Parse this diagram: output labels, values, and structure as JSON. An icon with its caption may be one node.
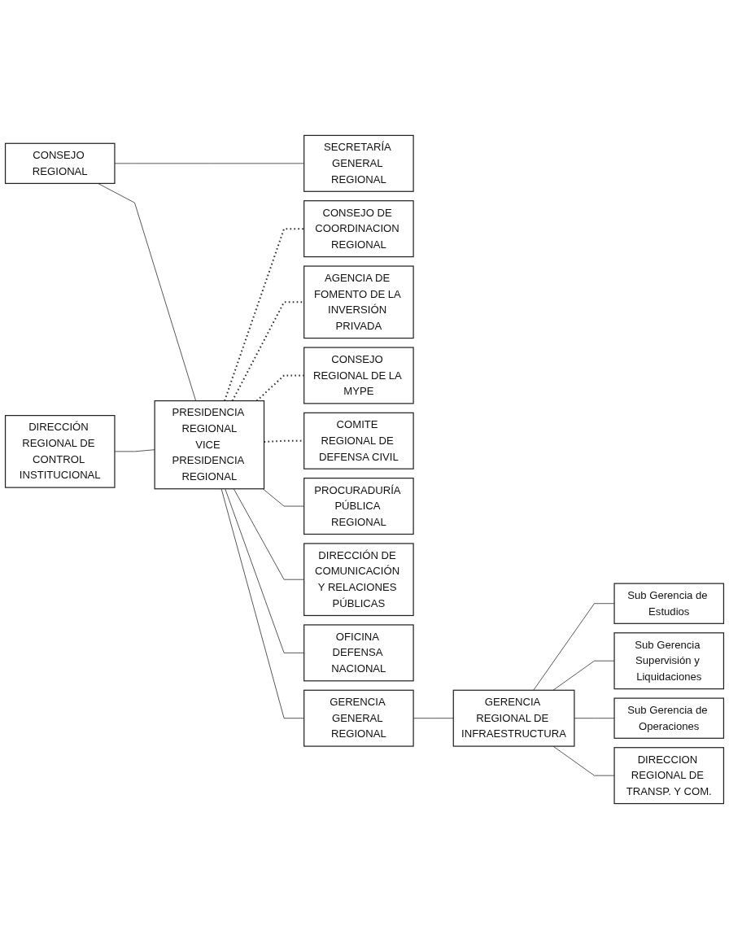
{
  "diagram": {
    "nodes": [
      {
        "text": [
          "CONSEJO REGIONAL"
        ]
      },
      {
        "text": [
          "CONSEJO DE COORDINACION REGIONAL"
        ]
      },
      {
        "text": [
          "SECRETARÍA GENERAL REGIONAL"
        ]
      },
      {
        "text": [
          "AGENCIA DE FOMENTO DE LA INVERSIÓN PRIVADA"
        ]
      },
      {
        "text": [
          "DIRECCIÓN REGIONAL DE CONTROL INSTITUCIONAL"
        ]
      },
      {
        "text": [
          "PRESIDENCIA REGIONAL",
          "VICE PRESIDENCIA REGIONAL"
        ]
      },
      {
        "text": [
          "CONSEJO REGIONAL DE LA MYPE"
        ]
      },
      {
        "text": [
          "PROCURADURÍA PÚBLICA REGIONAL"
        ]
      },
      {
        "text": [
          "COMITE REGIONAL DE DEFENSA CIVIL"
        ]
      },
      {
        "text": [
          "DIRECCIÓN DE COMUNICACIÓN Y RELACIONES PÚBLICAS"
        ]
      },
      {
        "text": [
          "OFICINA DEFENSA NACIONAL"
        ]
      },
      {
        "text": [
          "GERENCIA GENERAL REGIONAL"
        ]
      },
      {
        "text": [
          "GERENCIA REGIONAL DE INFRAESTRUCTURA"
        ]
      },
      {
        "text": [
          "Sub Gerencia de Estudios"
        ]
      },
      {
        "text": [
          "Sub Gerencia Supervisión y Liquidaciones"
        ]
      },
      {
        "text": [
          "Sub Gerencia de Operaciones"
        ]
      },
      {
        "text": [
          "DIRECCION REGIONAL DE TRANSP. Y COM."
        ]
      }
    ],
    "edges": [
      {
        "from": 0,
        "to": 2,
        "arrow": "none"
      },
      {
        "from": 0,
        "to": 5,
        "arrow": "none"
      },
      {
        "from": 4,
        "to": 5,
        "arrow": "none"
      },
      {
        "from": 5,
        "to": 1,
        "arrow": "none",
        "style": "dashed"
      },
      {
        "from": 5,
        "to": 3,
        "arrow": "none",
        "style": "dashed"
      },
      {
        "from": 5,
        "to": 6,
        "arrow": "none",
        "style": "dashed"
      },
      {
        "from": 5,
        "to": 8,
        "arrow": "none",
        "style": "dashed"
      },
      {
        "from": 5,
        "to": 7,
        "arrow": "none"
      },
      {
        "from": 5,
        "to": 9,
        "arrow": "none"
      },
      {
        "from": 5,
        "to": 10,
        "arrow": "none"
      },
      {
        "from": 5,
        "to": 11,
        "arrow": "none"
      },
      {
        "from": 11,
        "to": 12,
        "arrow": "none"
      },
      {
        "from": 12,
        "to": 13,
        "arrow": "none"
      },
      {
        "from": 12,
        "to": 14,
        "arrow": "none"
      },
      {
        "from": 12,
        "to": 15,
        "arrow": "none"
      },
      {
        "from": 12,
        "to": 16,
        "arrow": "none"
      }
    ]
  }
}
